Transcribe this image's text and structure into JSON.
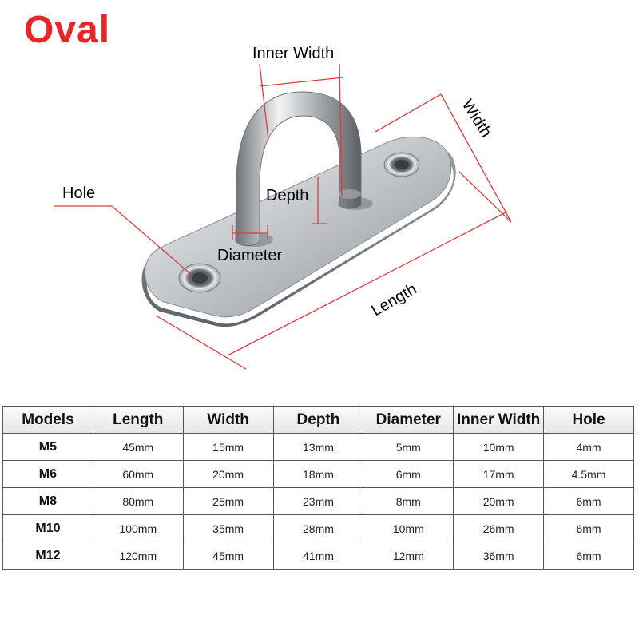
{
  "title": "Oval",
  "labels": {
    "inner_width": "Inner Width",
    "width": "Width",
    "hole": "Hole",
    "depth": "Depth",
    "diameter": "Diameter",
    "length": "Length"
  },
  "colors": {
    "title": "#e8262a",
    "dimension_lines": "#e03a3a",
    "metal": "#c8ccd1"
  },
  "table": {
    "headers": [
      "Models",
      "Length",
      "Width",
      "Depth",
      "Diameter",
      "Inner Width",
      "Hole"
    ],
    "rows": [
      [
        "M5",
        "45mm",
        "15mm",
        "13mm",
        "5mm",
        "10mm",
        "4mm"
      ],
      [
        "M6",
        "60mm",
        "20mm",
        "18mm",
        "6mm",
        "17mm",
        "4.5mm"
      ],
      [
        "M8",
        "80mm",
        "25mm",
        "23mm",
        "8mm",
        "20mm",
        "6mm"
      ],
      [
        "M10",
        "100mm",
        "35mm",
        "28mm",
        "10mm",
        "26mm",
        "6mm"
      ],
      [
        "M12",
        "120mm",
        "45mm",
        "41mm",
        "12mm",
        "36mm",
        "6mm"
      ]
    ]
  }
}
